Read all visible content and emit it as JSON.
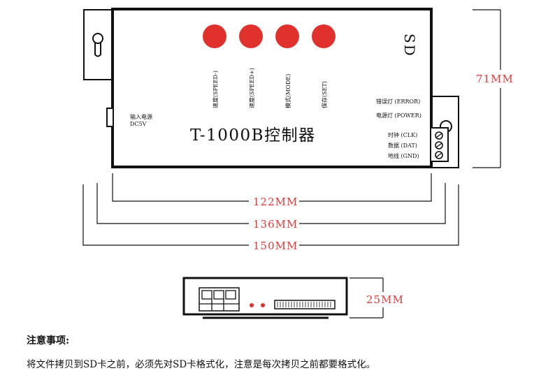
{
  "device": {
    "model": "T-1000B控制器",
    "sd_label": "SD",
    "buttons": [
      {
        "label": "速度(SPEED-)"
      },
      {
        "label": "速度(SPEED+)"
      },
      {
        "label": "模式(MODE)"
      },
      {
        "label": "保存(SET)"
      }
    ],
    "indicators": {
      "error": "错误灯 (ERROR)",
      "power": "电源灯 (POWER)"
    },
    "input": {
      "line1": "输入电源",
      "line2": "DC5V"
    },
    "terminals": [
      "时钟 (CLK)",
      "数据 (DAT)",
      "地线 (GND)"
    ]
  },
  "dimensions": {
    "height": "71MM",
    "width_inner": "122MM",
    "width_mid": "136MM",
    "width_outer": "150MM",
    "thickness": "25MM"
  },
  "notes": {
    "title": "注意事项:",
    "text": "将文件拷贝到SD卡之前，必须先对SD卡格式化，注意是每次拷贝之前都要格式化。"
  },
  "colors": {
    "accent": "#e0312c",
    "dimension_text": "#e03a36",
    "line": "#111111"
  }
}
